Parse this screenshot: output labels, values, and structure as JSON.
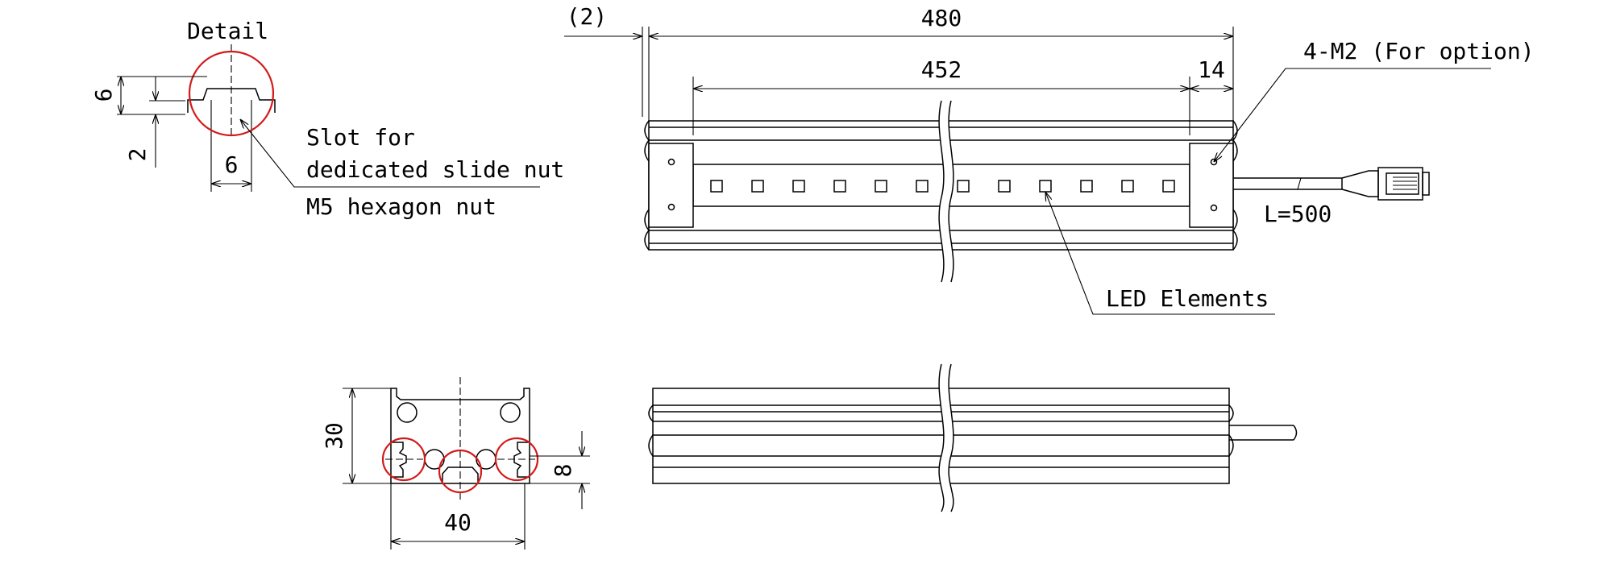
{
  "detail": {
    "title": "Detail",
    "dim_height": "6",
    "dim_depth": "2",
    "dim_width": "6",
    "callout_slot_line1": "Slot for",
    "callout_slot_line2": "dedicated slide nut",
    "callout_nut": "M5 hexagon nut"
  },
  "front_view": {
    "dim_offset": "(2)",
    "dim_overall": "480",
    "dim_led_span": "452",
    "dim_end": "14",
    "callout_screw": "4-M2 (For option)",
    "cable_length": "L=500",
    "callout_led": "LED Elements"
  },
  "end_view": {
    "dim_height": "30",
    "dim_width": "40",
    "dim_slot_height": "8"
  },
  "colors": {
    "line": "#000000",
    "highlight_circle": "#d21a1a",
    "background": "#ffffff"
  }
}
